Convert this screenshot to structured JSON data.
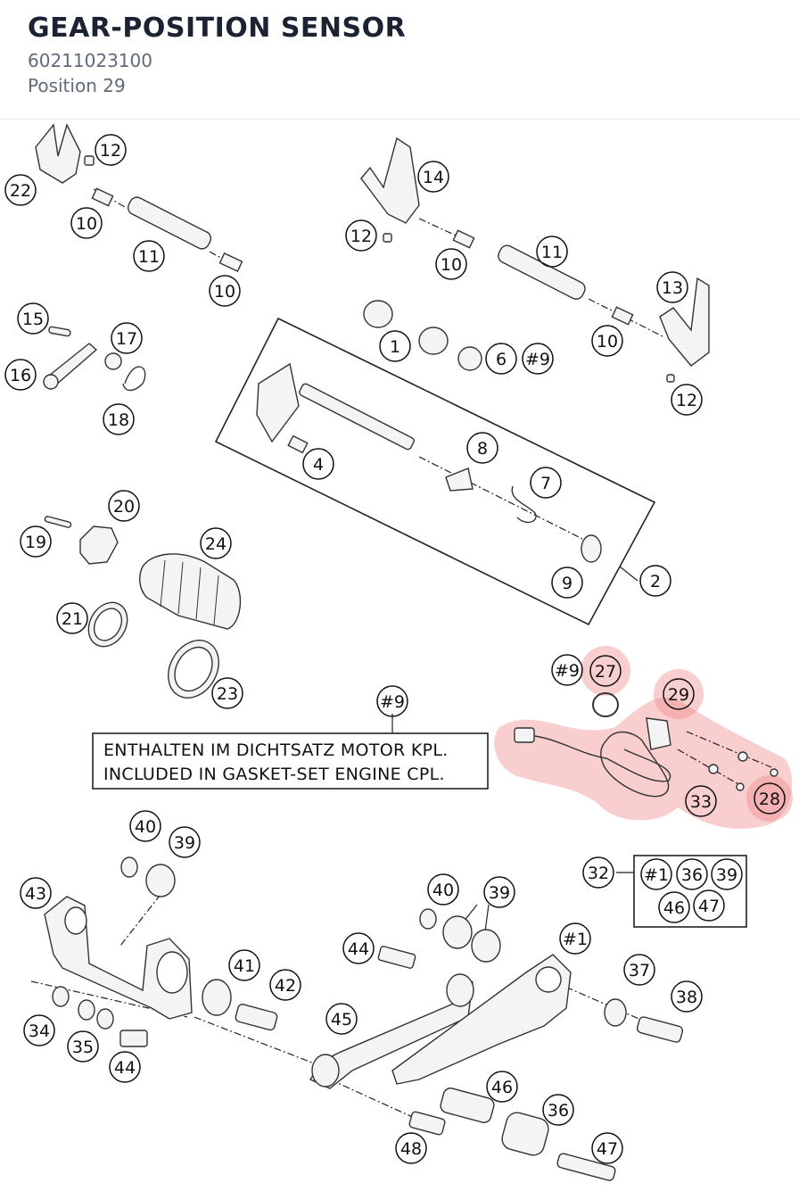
{
  "header": {
    "title": "GEAR-POSITION SENSOR",
    "part_number": "60211023100",
    "position": "Position 29"
  },
  "note": {
    "line1": "ENTHALTEN IM DICHTSATZ MOTOR KPL.",
    "line2": "INCLUDED IN GASKET-SET ENGINE CPL."
  },
  "colors": {
    "highlight": "#f08a8a",
    "line": "#222222",
    "part_fill": "#f4f4f4"
  },
  "callouts": [
    {
      "label": "12"
    },
    {
      "label": "22"
    },
    {
      "label": "10"
    },
    {
      "label": "11"
    },
    {
      "label": "10"
    },
    {
      "label": "14"
    },
    {
      "label": "12"
    },
    {
      "label": "10"
    },
    {
      "label": "11"
    },
    {
      "label": "13"
    },
    {
      "label": "10"
    },
    {
      "label": "12"
    },
    {
      "label": "15"
    },
    {
      "label": "17"
    },
    {
      "label": "16"
    },
    {
      "label": "18"
    },
    {
      "label": "1"
    },
    {
      "label": "6"
    },
    {
      "label": "#9"
    },
    {
      "label": "4"
    },
    {
      "label": "8"
    },
    {
      "label": "7"
    },
    {
      "label": "9"
    },
    {
      "label": "2"
    },
    {
      "label": "20"
    },
    {
      "label": "19"
    },
    {
      "label": "24"
    },
    {
      "label": "21"
    },
    {
      "label": "23"
    },
    {
      "label": "#9"
    },
    {
      "label": "27"
    },
    {
      "label": "29"
    },
    {
      "label": "33"
    },
    {
      "label": "28"
    },
    {
      "label": "#9"
    },
    {
      "label": "40"
    },
    {
      "label": "39"
    },
    {
      "label": "43"
    },
    {
      "label": "32"
    },
    {
      "label": "#1"
    },
    {
      "label": "36"
    },
    {
      "label": "39"
    },
    {
      "label": "46"
    },
    {
      "label": "47"
    },
    {
      "label": "40"
    },
    {
      "label": "39"
    },
    {
      "label": "44"
    },
    {
      "label": "#1"
    },
    {
      "label": "41"
    },
    {
      "label": "42"
    },
    {
      "label": "37"
    },
    {
      "label": "38"
    },
    {
      "label": "34"
    },
    {
      "label": "35"
    },
    {
      "label": "44"
    },
    {
      "label": "45"
    },
    {
      "label": "46"
    },
    {
      "label": "36"
    },
    {
      "label": "48"
    },
    {
      "label": "47"
    }
  ]
}
